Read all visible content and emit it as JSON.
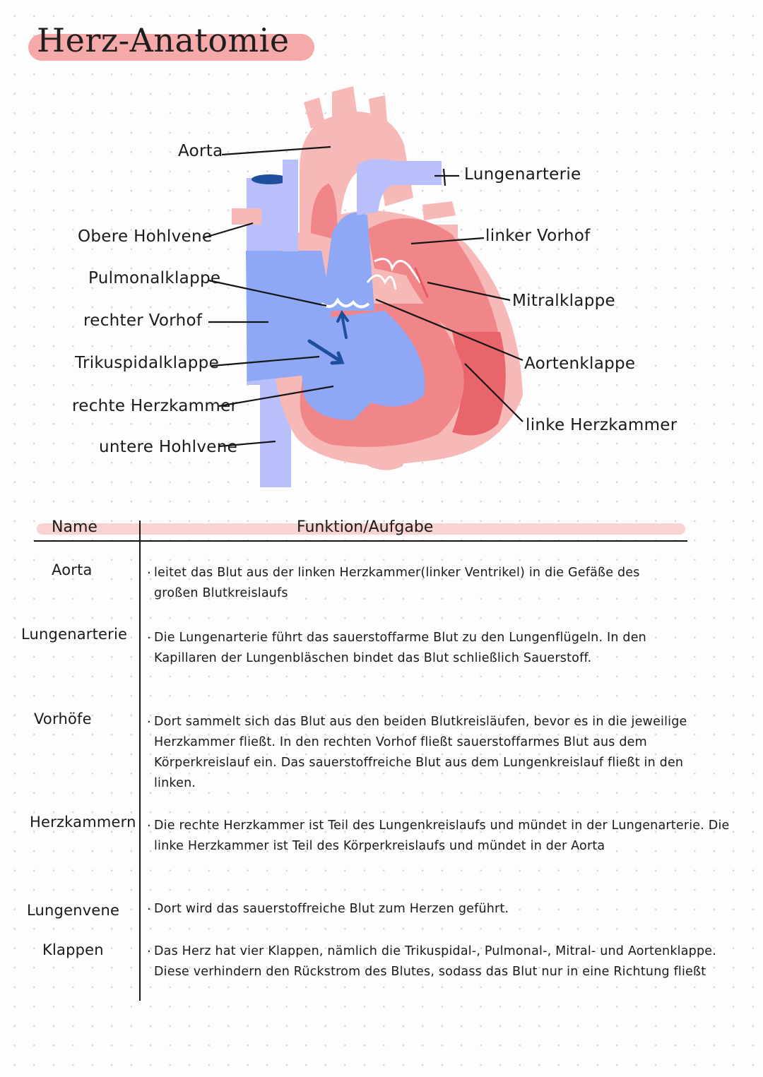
{
  "page": {
    "title": "Herz-Anatomie"
  },
  "diagram": {
    "labels": {
      "aorta": "Aorta",
      "pulmonary_artery": "Lungenarterie",
      "superior_vena_cava": "Obere Hohlvene",
      "pulmonary_valve": "Pulmonalklappe",
      "right_atrium": "rechter Vorhof",
      "tricuspid_valve": "Trikuspidalklappe",
      "right_ventricle": "rechte Herzkammer",
      "inferior_vena_cava": "untere Hohlvene",
      "left_atrium": "linker Vorhof",
      "mitral_valve": "Mitralklappe",
      "aortic_valve": "Aortenklappe",
      "left_ventricle": "linke Herzkammer"
    },
    "colors": {
      "oxygen_rich_light": "#f7b8b8",
      "oxygen_rich": "#f0868a",
      "oxygen_rich_dark": "#e8666b",
      "oxygen_poor_light": "#b8bffa",
      "oxygen_poor": "#8fa8f5",
      "arrow_blue": "#1f4e9e"
    }
  },
  "table": {
    "header": {
      "name": "Name",
      "function": "Funktion/Aufgabe"
    },
    "rows": [
      {
        "name": "Aorta",
        "text": "leitet das Blut aus der linken Herzkammer(linker Ventrikel) in die Gefäße des großen Blutkreislaufs"
      },
      {
        "name": "Lungenarterie",
        "text": "Die Lungenarterie führt das sauerstoffarme Blut zu den Lungenflügeln. In den Kapillaren der Lungenbläschen bindet das Blut schließlich Sauerstoff."
      },
      {
        "name": "Vorhöfe",
        "text": "Dort sammelt sich das Blut aus den beiden Blutkreisläufen, bevor es in die jeweilige Herzkammer fließt. In den rechten Vorhof fließt sauerstoffarmes Blut aus dem Körperkreislauf ein. Das sauerstoffreiche Blut aus dem Lungenkreislauf fließt in den linken."
      },
      {
        "name": "Herzkammern",
        "text": "Die rechte Herzkammer ist Teil des Lungenkreislaufs und mündet in der Lungenarterie. Die linke Herzkammer ist Teil des Körperkreislaufs und mündet in der Aorta"
      },
      {
        "name": "Lungenvene",
        "text": "Dort wird das sauerstoffreiche Blut zum Herzen geführt."
      },
      {
        "name": "Klappen",
        "text": "Das Herz hat vier Klappen, nämlich die Trikuspidal-, Pulmonal-, Mitral- und Aortenklappe. Diese verhindern den Rückstrom des Blutes, sodass das Blut nur in eine Richtung fließt"
      }
    ]
  }
}
